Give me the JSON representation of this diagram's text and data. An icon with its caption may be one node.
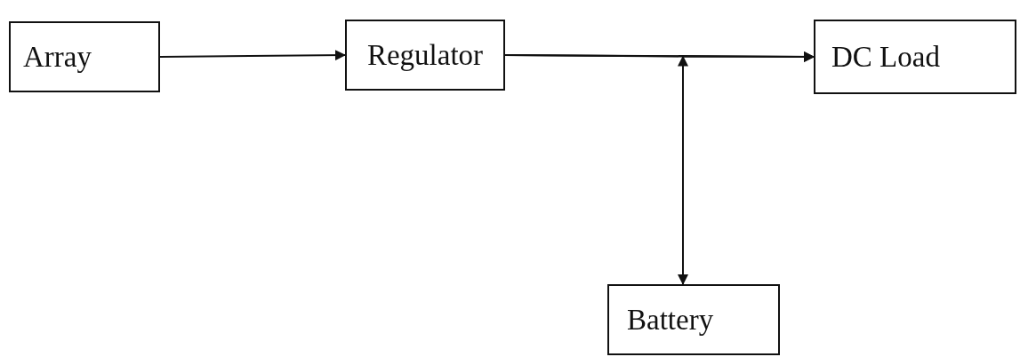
{
  "diagram": {
    "nodes": [
      {
        "text": [
          "Array"
        ]
      },
      {
        "text": [
          "Regulator"
        ]
      },
      {
        "text": [
          "DC Load"
        ]
      },
      {
        "text": [
          "Battery"
        ]
      }
    ],
    "edges": [
      {
        "from": 0,
        "to": 1,
        "arrow": "to"
      },
      {
        "from": 1,
        "to": 2,
        "arrow": "to"
      },
      {
        "from": 1,
        "to": 3,
        "arrow": "to"
      },
      {
        "from": 3,
        "to": 2,
        "arrow": "to"
      }
    ]
  }
}
